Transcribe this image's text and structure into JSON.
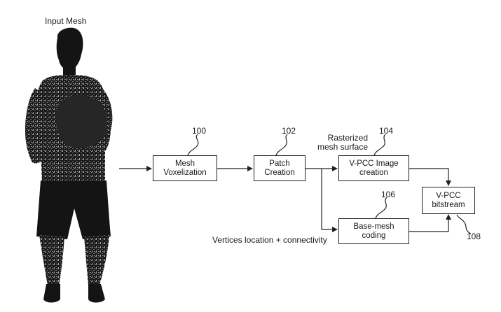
{
  "figure": {
    "input_label": "Input Mesh",
    "blocks": {
      "voxelization": {
        "line1": "Mesh",
        "line2": "Voxelization",
        "ref": "100"
      },
      "patch": {
        "line1": "Patch",
        "line2": "Creation",
        "ref": "102"
      },
      "image": {
        "line1": "V-PCC Image",
        "line2": "creation",
        "ref": "104"
      },
      "basemesh": {
        "line1": "Base-mesh",
        "line2": "coding",
        "ref": "106"
      },
      "bitstream": {
        "line1": "V-PCC",
        "line2": "bitstream",
        "ref": "108"
      }
    },
    "annotations": {
      "rasterized_line1": "Rasterized",
      "rasterized_line2": "mesh surface",
      "vertices": "Vertices location + connectivity"
    },
    "colors": {
      "line": "#222222",
      "silhouette": "#141414",
      "texture": "#8a8a8a"
    }
  }
}
